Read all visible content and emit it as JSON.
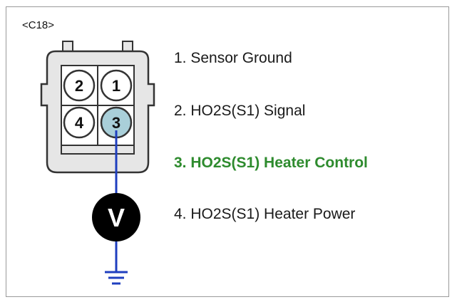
{
  "connector": {
    "label": "<C18>",
    "pins": [
      {
        "number": "2",
        "highlighted": false
      },
      {
        "number": "1",
        "highlighted": false
      },
      {
        "number": "4",
        "highlighted": false
      },
      {
        "number": "3",
        "highlighted": true
      }
    ]
  },
  "meter": {
    "symbol": "V"
  },
  "pin_list": [
    {
      "text": "1. Sensor Ground",
      "active": false
    },
    {
      "text": "2. HO2S(S1) Signal",
      "active": false
    },
    {
      "text": "3. HO2S(S1) Heater Control",
      "active": true
    },
    {
      "text": "4. HO2S(S1) Heater Power",
      "active": false
    }
  ],
  "colors": {
    "active_text": "#2e8b2e",
    "probe_wire": "#1f3fbf",
    "highlight_pin": "#a9cfd9",
    "connector_body": "#e6e6e6"
  }
}
